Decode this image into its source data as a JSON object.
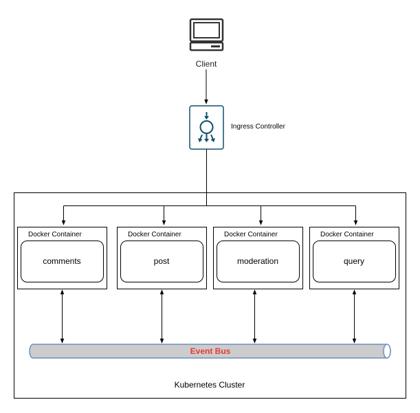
{
  "client": {
    "label": "Client",
    "icon": "computer-monitor-icon"
  },
  "ingress": {
    "label": "Ingress Controller",
    "icon": "ingress-controller-icon",
    "color": "#10506b"
  },
  "cluster": {
    "label": "Kubernetes Cluster"
  },
  "containers": [
    {
      "header": "Docker Container",
      "service": "comments"
    },
    {
      "header": "Docker Container",
      "service": "post"
    },
    {
      "header": "Docker Container",
      "service": "moderation"
    },
    {
      "header": "Docker Container",
      "service": "query"
    }
  ],
  "event_bus": {
    "label": "Event Bus",
    "label_color": "#e53935",
    "fill": "#cccccc",
    "stroke": "#6c8ebf"
  }
}
